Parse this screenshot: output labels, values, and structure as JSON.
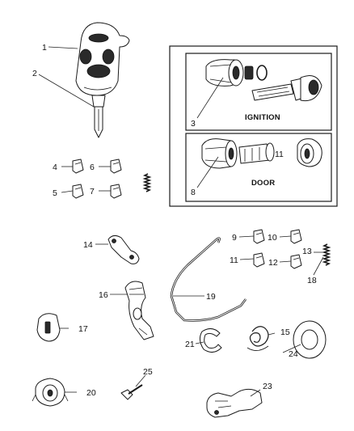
{
  "diagram": {
    "callouts": [
      "1",
      "2",
      "3",
      "4",
      "5",
      "6",
      "7",
      "8",
      "9",
      "10",
      "11",
      "12",
      "13",
      "14",
      "15",
      "16",
      "17",
      "18",
      "19",
      "20",
      "21",
      "23",
      "24",
      "25"
    ],
    "captions": {
      "ignition": "IGNITION",
      "door": "DOOR",
      "door_marker": "11"
    }
  }
}
